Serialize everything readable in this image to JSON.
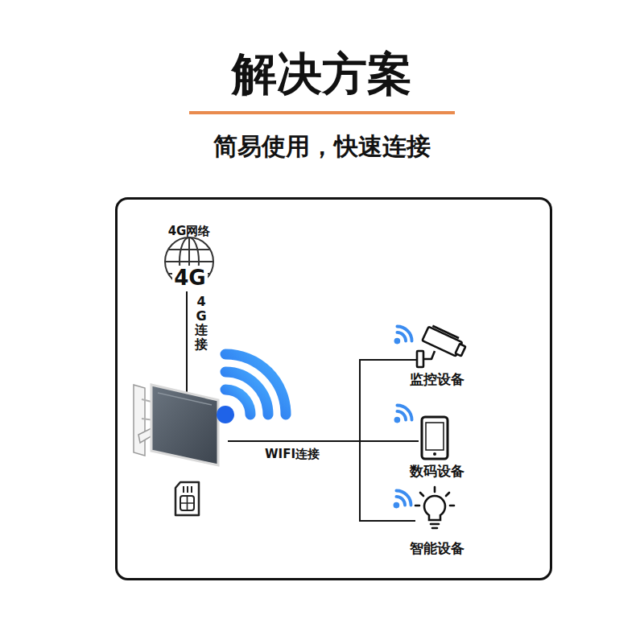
{
  "diagram": {
    "title": "解决方案",
    "labels": [
      "简易使用，快速连接",
      "4G网络",
      "4G",
      "4G连接",
      "WIFI连接",
      "监控设备",
      "数码设备",
      "智能设备"
    ]
  }
}
